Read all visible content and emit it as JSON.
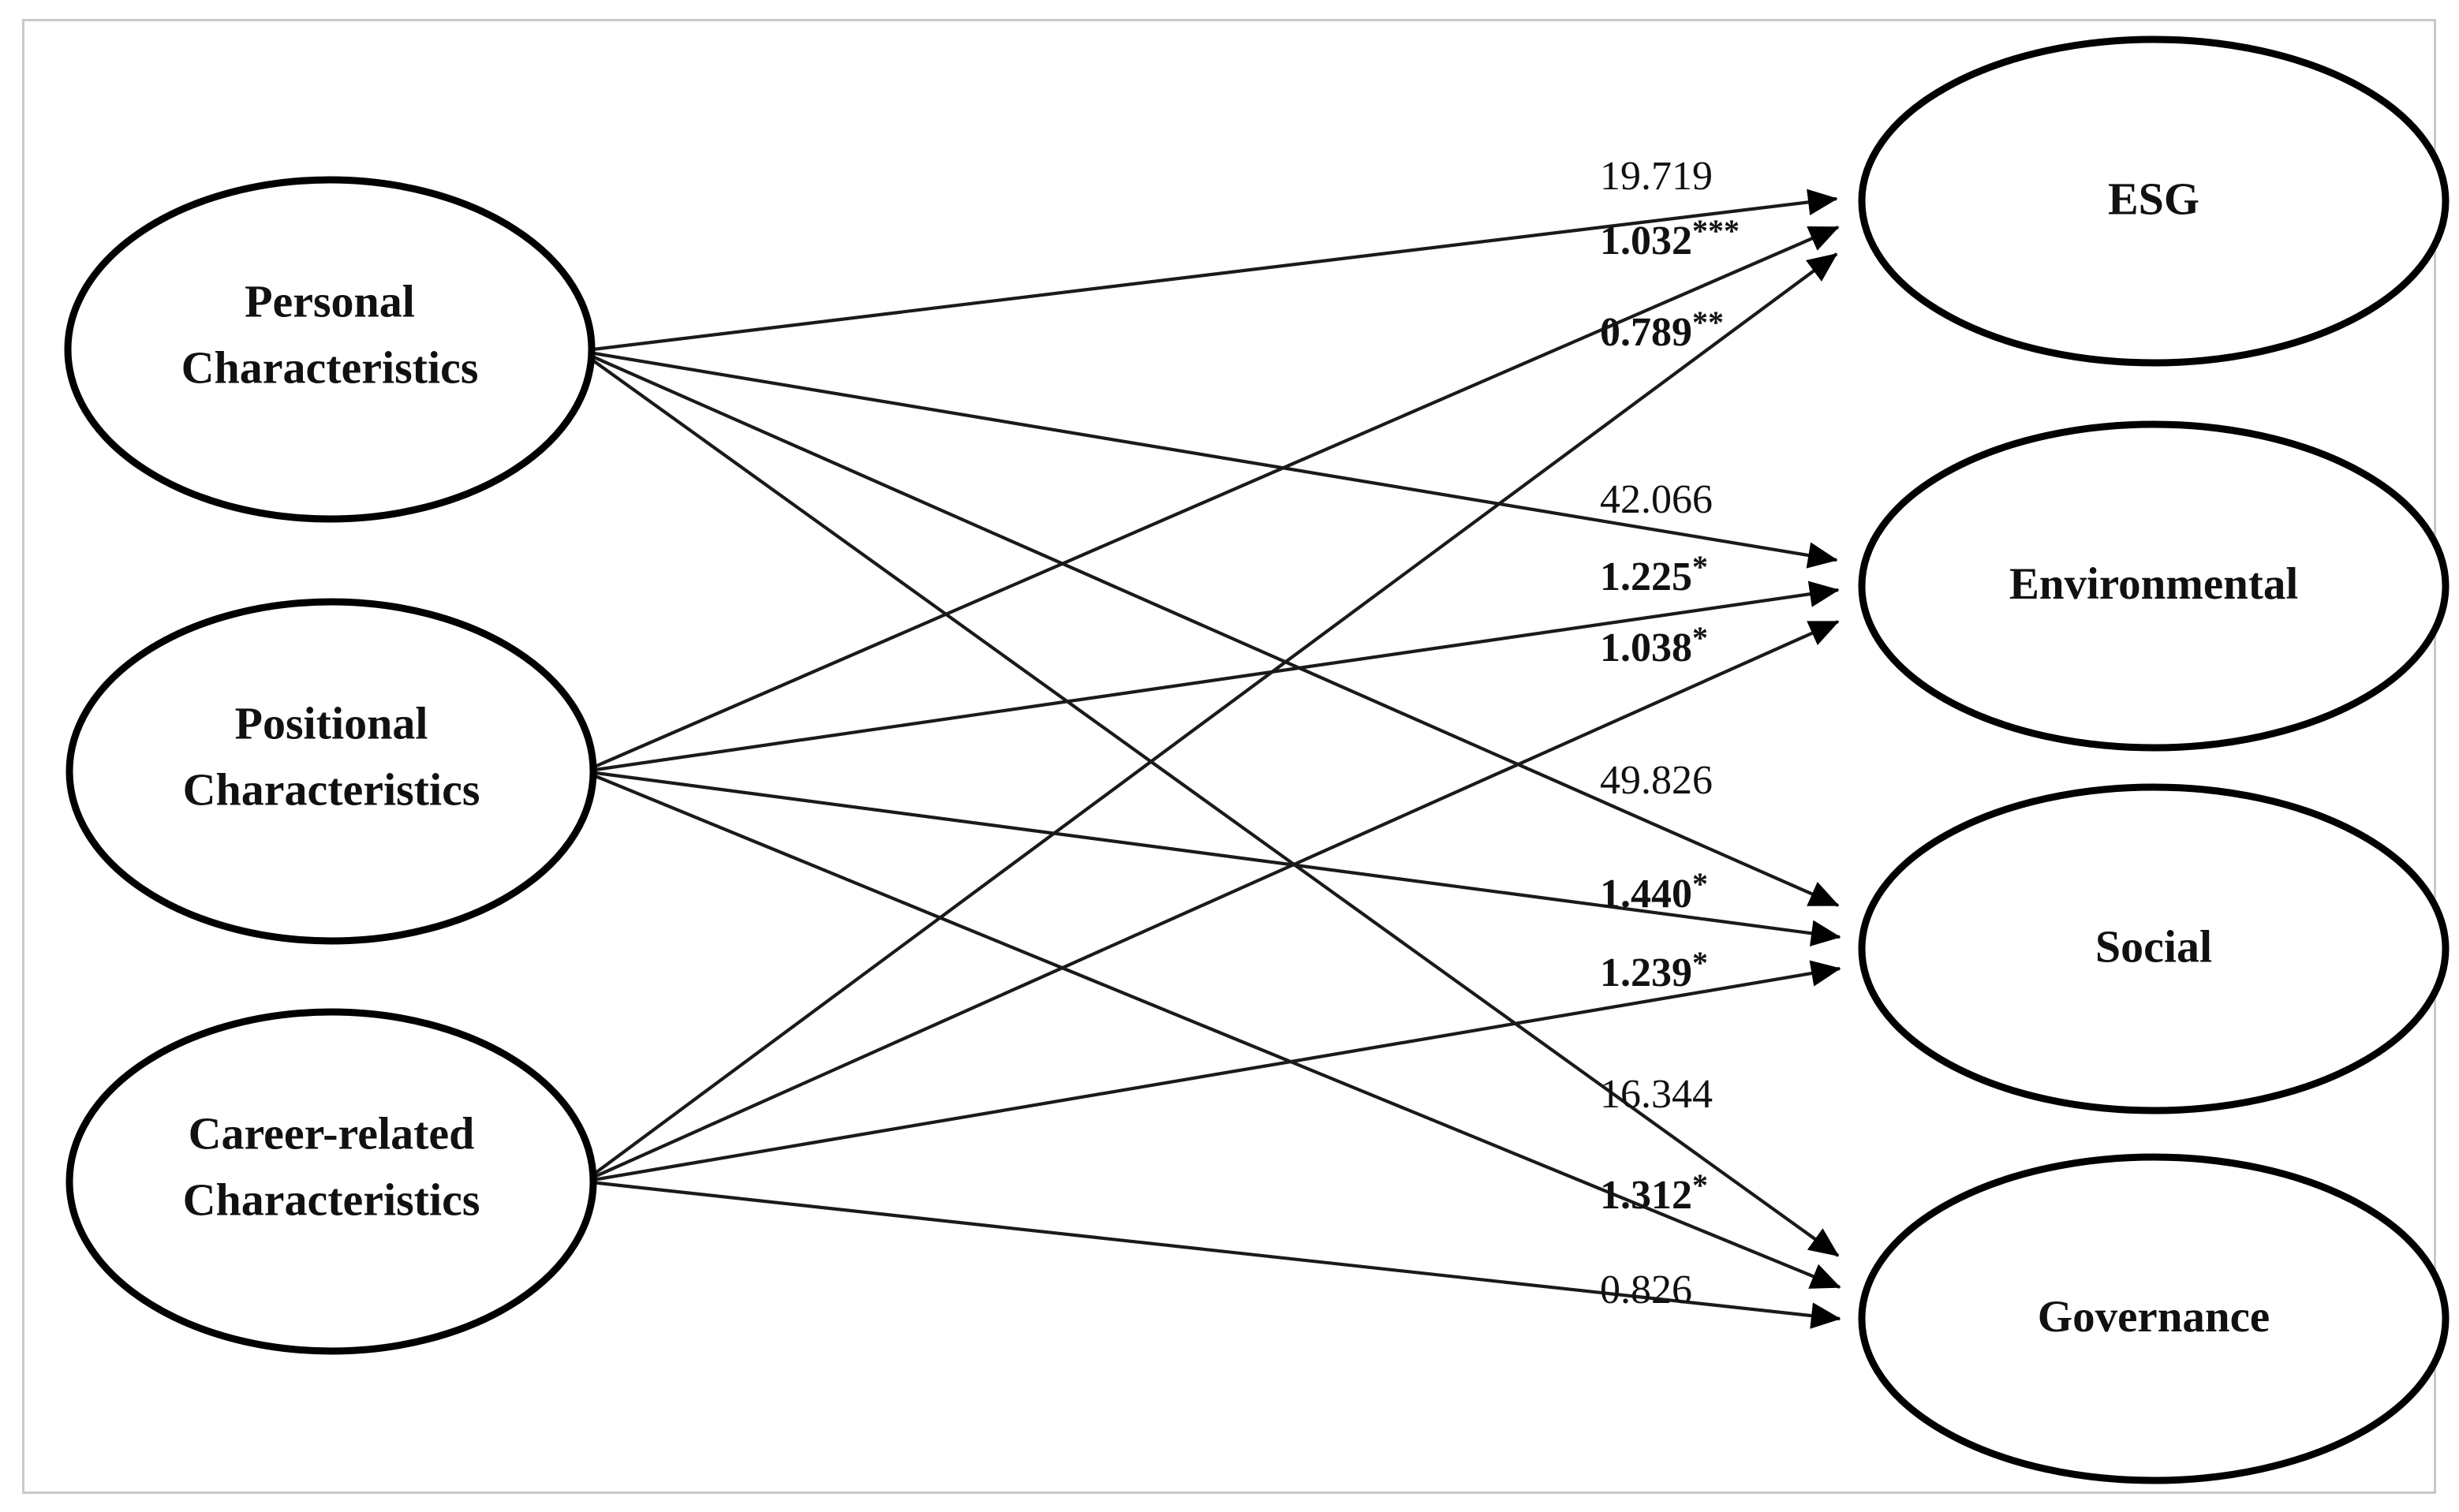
{
  "figure": {
    "type": "path-diagram",
    "border_color": "#c9c9c9",
    "background": "#ffffff",
    "line_color": "#1a1a1a",
    "node_stroke": "#000000"
  },
  "predictors": [
    {
      "id": "personal",
      "line1": "Personal",
      "line2": "Characteristics"
    },
    {
      "id": "positional",
      "line1": "Positional",
      "line2": "Characteristics"
    },
    {
      "id": "career",
      "line1": "Career-related",
      "line2": "Characteristics"
    }
  ],
  "outcomes": [
    {
      "id": "esg",
      "label": "ESG"
    },
    {
      "id": "environmental",
      "label": "Environmental"
    },
    {
      "id": "social",
      "label": "Social"
    },
    {
      "id": "governance",
      "label": "Governance"
    }
  ],
  "edge_labels": {
    "esg": [
      {
        "value": "19.719",
        "stars": "",
        "bold": false
      },
      {
        "value": "1.032",
        "stars": "***",
        "bold": true
      },
      {
        "value": "0.789",
        "stars": "**",
        "bold": true
      }
    ],
    "environmental": [
      {
        "value": "42.066",
        "stars": "",
        "bold": false
      },
      {
        "value": "1.225",
        "stars": "*",
        "bold": true
      },
      {
        "value": "1.038",
        "stars": "*",
        "bold": true
      }
    ],
    "social": [
      {
        "value": "49.826",
        "stars": "",
        "bold": false
      },
      {
        "value": "1.440",
        "stars": "*",
        "bold": true
      },
      {
        "value": "1.239",
        "stars": "*",
        "bold": true
      }
    ],
    "governance": [
      {
        "value": "16.344",
        "stars": "",
        "bold": false
      },
      {
        "value": "1.312",
        "stars": "*",
        "bold": true
      },
      {
        "value": "0.826",
        "stars": "",
        "bold": false
      }
    ]
  },
  "chart_data": {
    "type": "diagram",
    "title": "",
    "sources": [
      "Personal Characteristics",
      "Positional Characteristics",
      "Career-related Characteristics"
    ],
    "targets": [
      "ESG",
      "Environmental",
      "Social",
      "Governance"
    ],
    "edges": [
      {
        "from": "Personal Characteristics",
        "to": "ESG",
        "coefficient": "19.719",
        "significance": ""
      },
      {
        "from": "Positional Characteristics",
        "to": "ESG",
        "coefficient": "1.032",
        "significance": "***"
      },
      {
        "from": "Career-related Characteristics",
        "to": "ESG",
        "coefficient": "0.789",
        "significance": "**"
      },
      {
        "from": "Personal Characteristics",
        "to": "Environmental",
        "coefficient": "42.066",
        "significance": ""
      },
      {
        "from": "Positional Characteristics",
        "to": "Environmental",
        "coefficient": "1.225",
        "significance": "*"
      },
      {
        "from": "Career-related Characteristics",
        "to": "Environmental",
        "coefficient": "1.038",
        "significance": "*"
      },
      {
        "from": "Personal Characteristics",
        "to": "Social",
        "coefficient": "49.826",
        "significance": ""
      },
      {
        "from": "Positional Characteristics",
        "to": "Social",
        "coefficient": "1.440",
        "significance": "*"
      },
      {
        "from": "Career-related Characteristics",
        "to": "Social",
        "coefficient": "1.239",
        "significance": "*"
      },
      {
        "from": "Personal Characteristics",
        "to": "Governance",
        "coefficient": "16.344",
        "significance": ""
      },
      {
        "from": "Positional Characteristics",
        "to": "Governance",
        "coefficient": "1.312",
        "significance": "*"
      },
      {
        "from": "Career-related Characteristics",
        "to": "Governance",
        "coefficient": "0.826",
        "significance": ""
      }
    ]
  }
}
